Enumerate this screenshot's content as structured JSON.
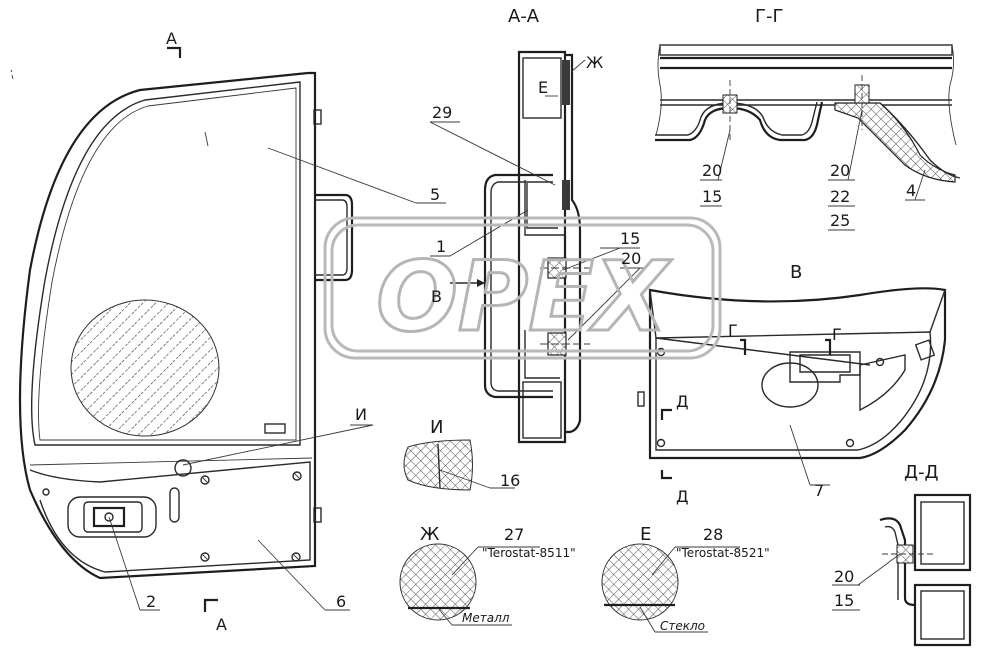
{
  "section_labels": {
    "aa": "А-А",
    "gg": "Г-Г",
    "dd": "Д-Д",
    "view_v": "В",
    "view_i": "И",
    "zh": "Ж",
    "e": "Е",
    "cut_a_top": "А",
    "cut_a_bottom": "А",
    "cut_g1": "Г",
    "cut_g2": "Г",
    "cut_d_top": "Д",
    "cut_d_bottom": "Д",
    "arrow_v": "В",
    "marker_i": "И",
    "zh_aa": "Ж",
    "e_aa": "Е"
  },
  "callouts": {
    "c1": "1",
    "c2": "2",
    "c4": "4",
    "c5": "5",
    "c6": "6",
    "c7": "7",
    "c15_aa": "15",
    "c20_aa": "20",
    "c29": "29",
    "c16": "16",
    "c27": "27",
    "c28": "28",
    "c20_gg1": "20",
    "c15_gg": "15",
    "c20_gg2": "20",
    "c22": "22",
    "c25": "25",
    "c20_dd": "20",
    "c15_dd": "15"
  },
  "notes": {
    "terostat_8511": "\"Terostat-8511\"",
    "terostat_8521": "\"Terostat-8521\"",
    "metal": "Металл",
    "glass": "Стекло"
  },
  "watermark": "OPEX"
}
